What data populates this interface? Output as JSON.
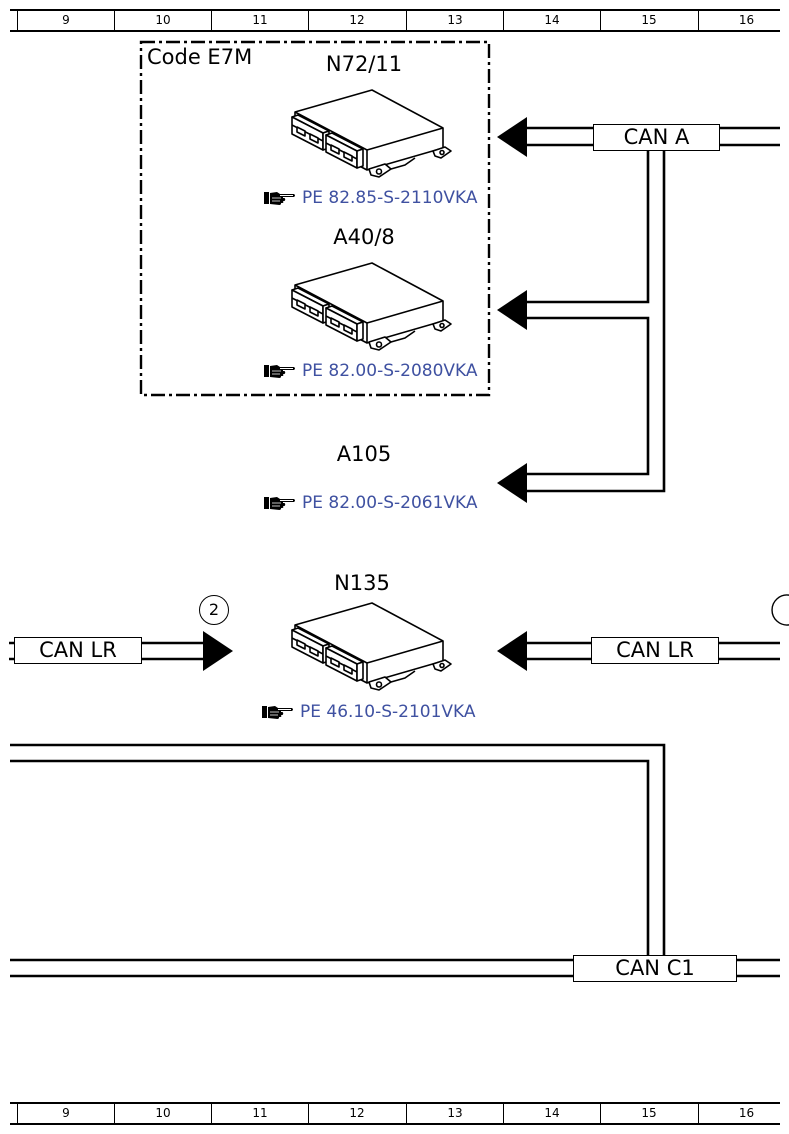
{
  "ruler": {
    "columns": [
      "9",
      "10",
      "11",
      "12",
      "13",
      "14",
      "15",
      "16"
    ]
  },
  "option_frame": {
    "label": "Code E7M"
  },
  "components": [
    {
      "designation": "N72/11",
      "reference": "PE 82.85-S-2110VKA"
    },
    {
      "designation": "A40/8",
      "reference": "PE 82.00-S-2080VKA"
    },
    {
      "designation": "A105",
      "reference": "PE 82.00-S-2061VKA"
    },
    {
      "designation": "N135",
      "reference": "PE 46.10-S-2101VKA"
    }
  ],
  "buses": {
    "can_a": "CAN A",
    "can_lr_left": "CAN LR",
    "can_lr_right": "CAN LR",
    "can_c1": "CAN C1"
  },
  "connection_points": {
    "marker_left": "2"
  },
  "icons": {
    "control_unit": "control-unit-icon",
    "document_reference": "pointing-hand-icon",
    "signal_arrow": "arrowhead-icon",
    "offpage_marker": "connection-marker-icon"
  },
  "colors": {
    "line": "#000000",
    "reference_link": "#3f51a1",
    "background": "#ffffff"
  }
}
